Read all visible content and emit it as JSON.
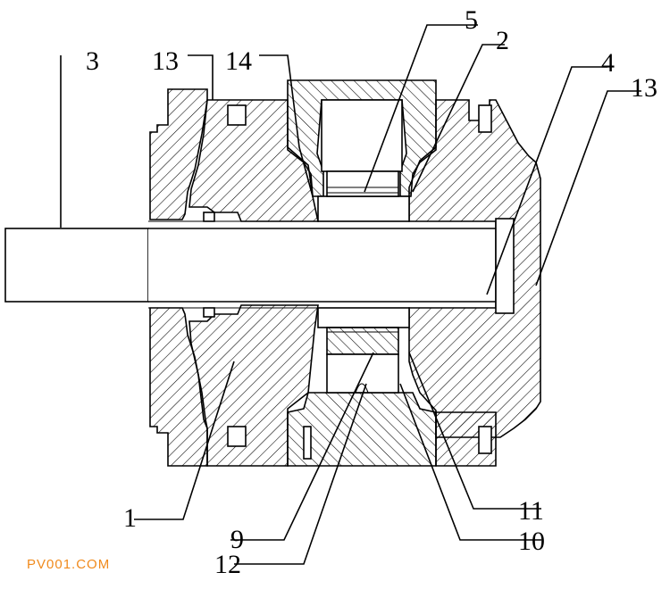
{
  "drawing": {
    "callouts": [
      {
        "id": "3",
        "text": "3"
      },
      {
        "id": "13a",
        "text": "13"
      },
      {
        "id": "14",
        "text": "14"
      },
      {
        "id": "5",
        "text": "5"
      },
      {
        "id": "2",
        "text": "2"
      },
      {
        "id": "4",
        "text": "4"
      },
      {
        "id": "13b",
        "text": "13"
      },
      {
        "id": "1",
        "text": "1"
      },
      {
        "id": "11",
        "text": "11"
      },
      {
        "id": "9",
        "text": "9"
      },
      {
        "id": "10",
        "text": "10"
      },
      {
        "id": "12",
        "text": "12"
      }
    ]
  },
  "watermark": {
    "text": "PV001.COM",
    "color": "#f08a1c"
  }
}
